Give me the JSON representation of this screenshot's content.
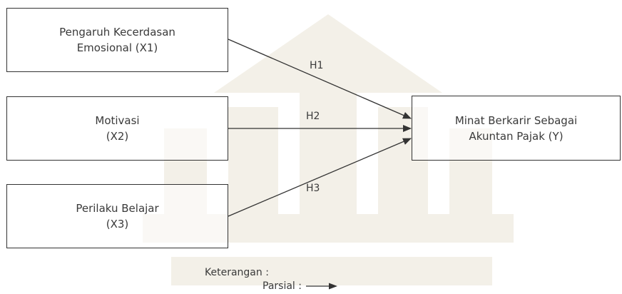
{
  "nodes": {
    "x1": {
      "line1": "Pengaruh Kecerdasan",
      "line2": "Emosional (X1)"
    },
    "x2": {
      "line1": "Motivasi",
      "line2": "(X2)"
    },
    "x3": {
      "line1": "Perilaku Belajar",
      "line2": "(X3)"
    },
    "y": {
      "line1": "Minat Berkarir Sebagai",
      "line2": "Akuntan Pajak (Y)"
    }
  },
  "edges": [
    {
      "from": "x1",
      "to": "y",
      "label": "H1"
    },
    {
      "from": "x2",
      "to": "y",
      "label": "H2"
    },
    {
      "from": "x3",
      "to": "y",
      "label": "H3"
    }
  ],
  "legend": {
    "title": "Keterangan :",
    "item_label": "Parsial :"
  },
  "colors": {
    "stroke": "#333333",
    "text": "#3a3a3a",
    "watermark": "#f1ede4"
  }
}
